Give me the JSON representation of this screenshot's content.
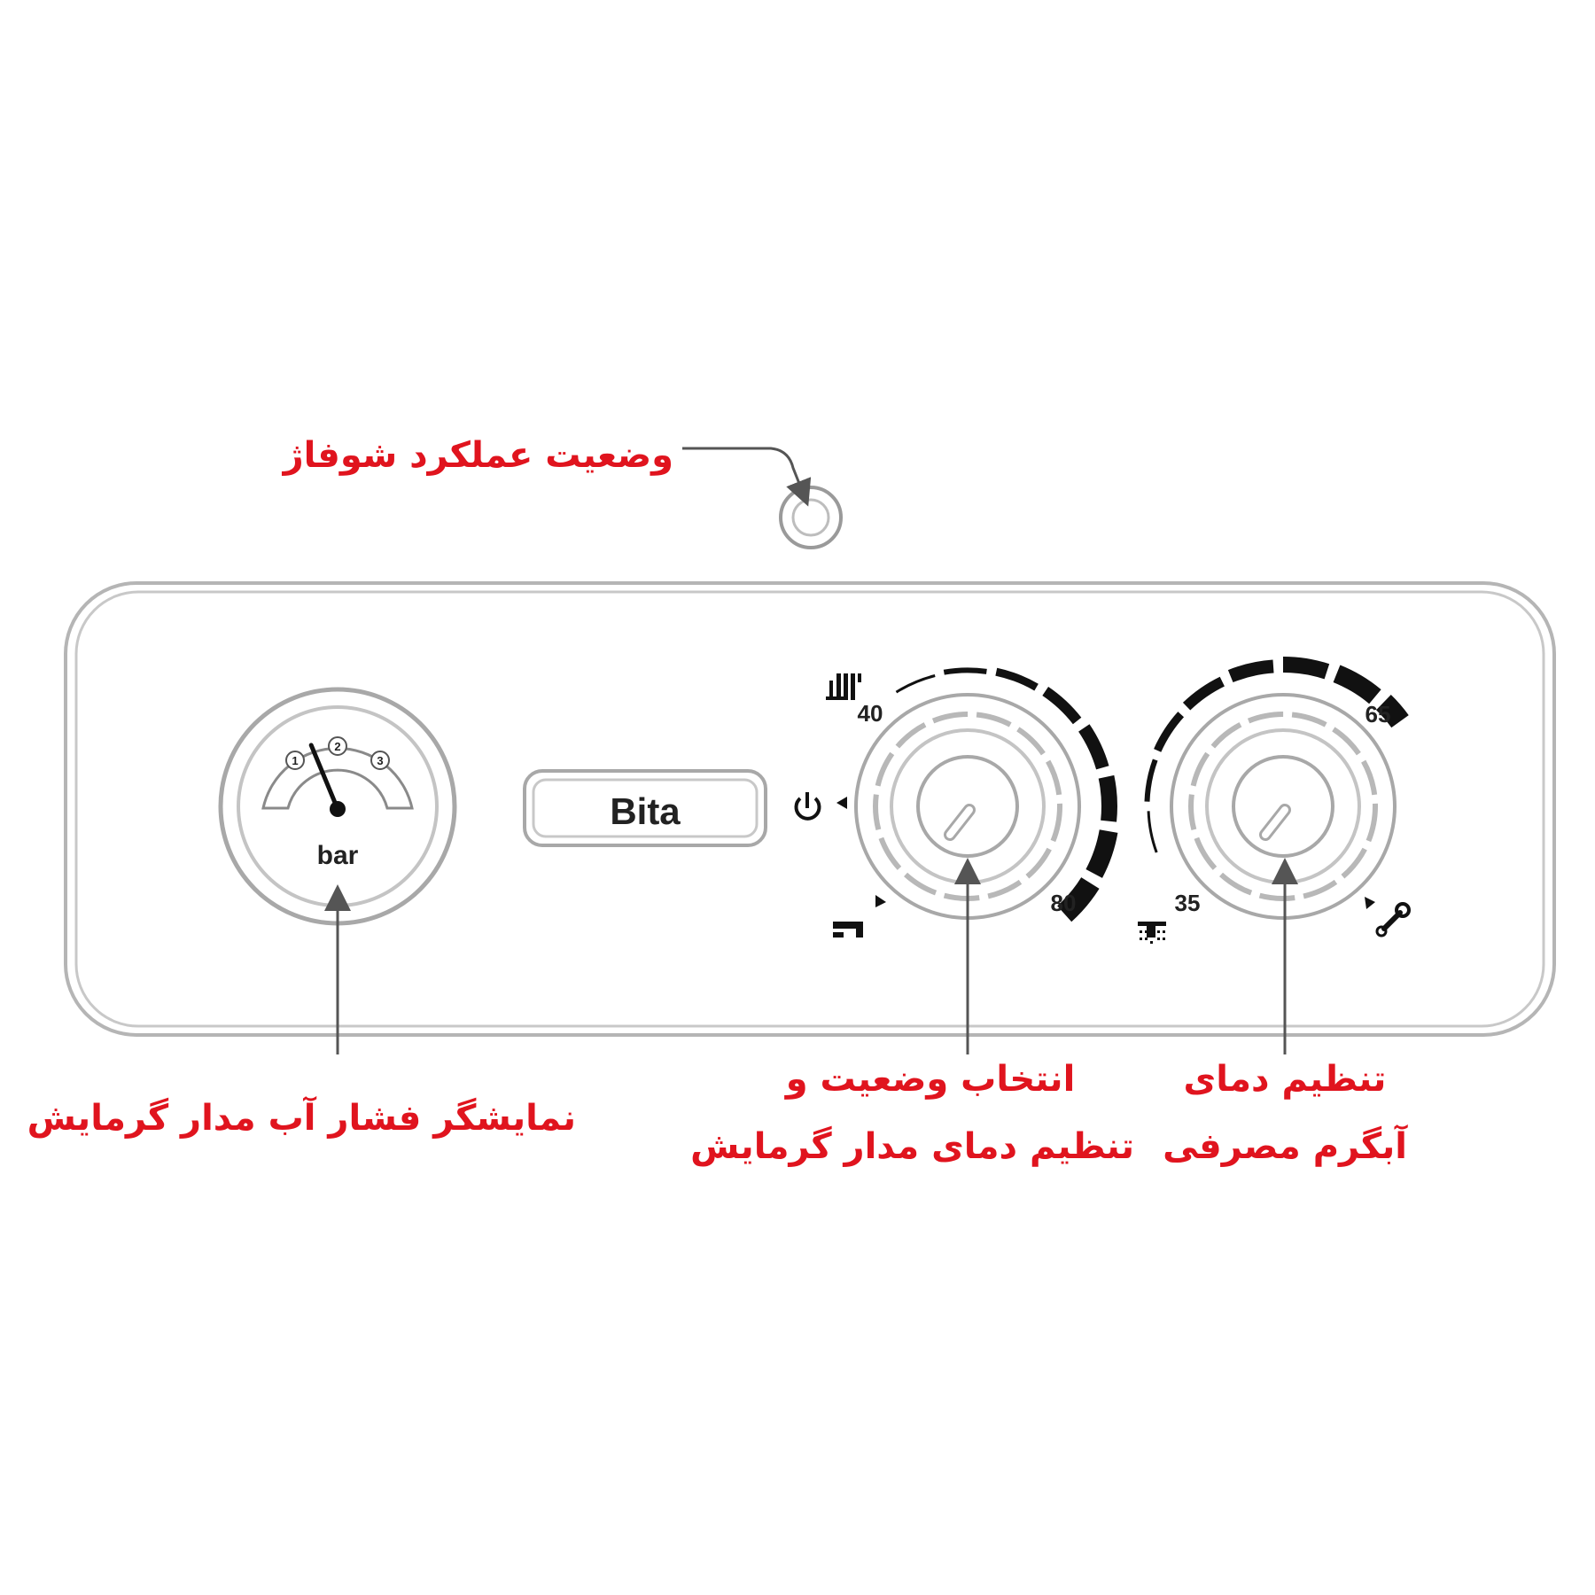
{
  "labels": {
    "status_indicator": "وضعیت عملکرد شوفاژ",
    "pressure_gauge": "نمایشگر فشار آب مدار گرمایش",
    "heating_knob": [
      "انتخاب وضعیت و",
      "تنظیم دمای مدار گرمایش"
    ],
    "dhw_knob": [
      "تنظیم دمای",
      "آبگرم مصرفی"
    ]
  },
  "panel": {
    "brand": "Bita"
  },
  "gauge": {
    "unit": "bar",
    "scale_marks": [
      "1",
      "2",
      "3"
    ],
    "needle_value_bar": 1.5
  },
  "heating_knob": {
    "min_label": "40",
    "max_label": "80",
    "icons": [
      "radiator-icon",
      "power-icon",
      "faucet-icon"
    ]
  },
  "dhw_knob": {
    "min_label": "35",
    "max_label": "65",
    "icons": [
      "shower-icon",
      "wrench-icon"
    ]
  },
  "colors": {
    "callout_text": "#e0141e",
    "line_art": "#9a9a9a",
    "arrows": "#555555",
    "scale_bars": "#111111"
  }
}
